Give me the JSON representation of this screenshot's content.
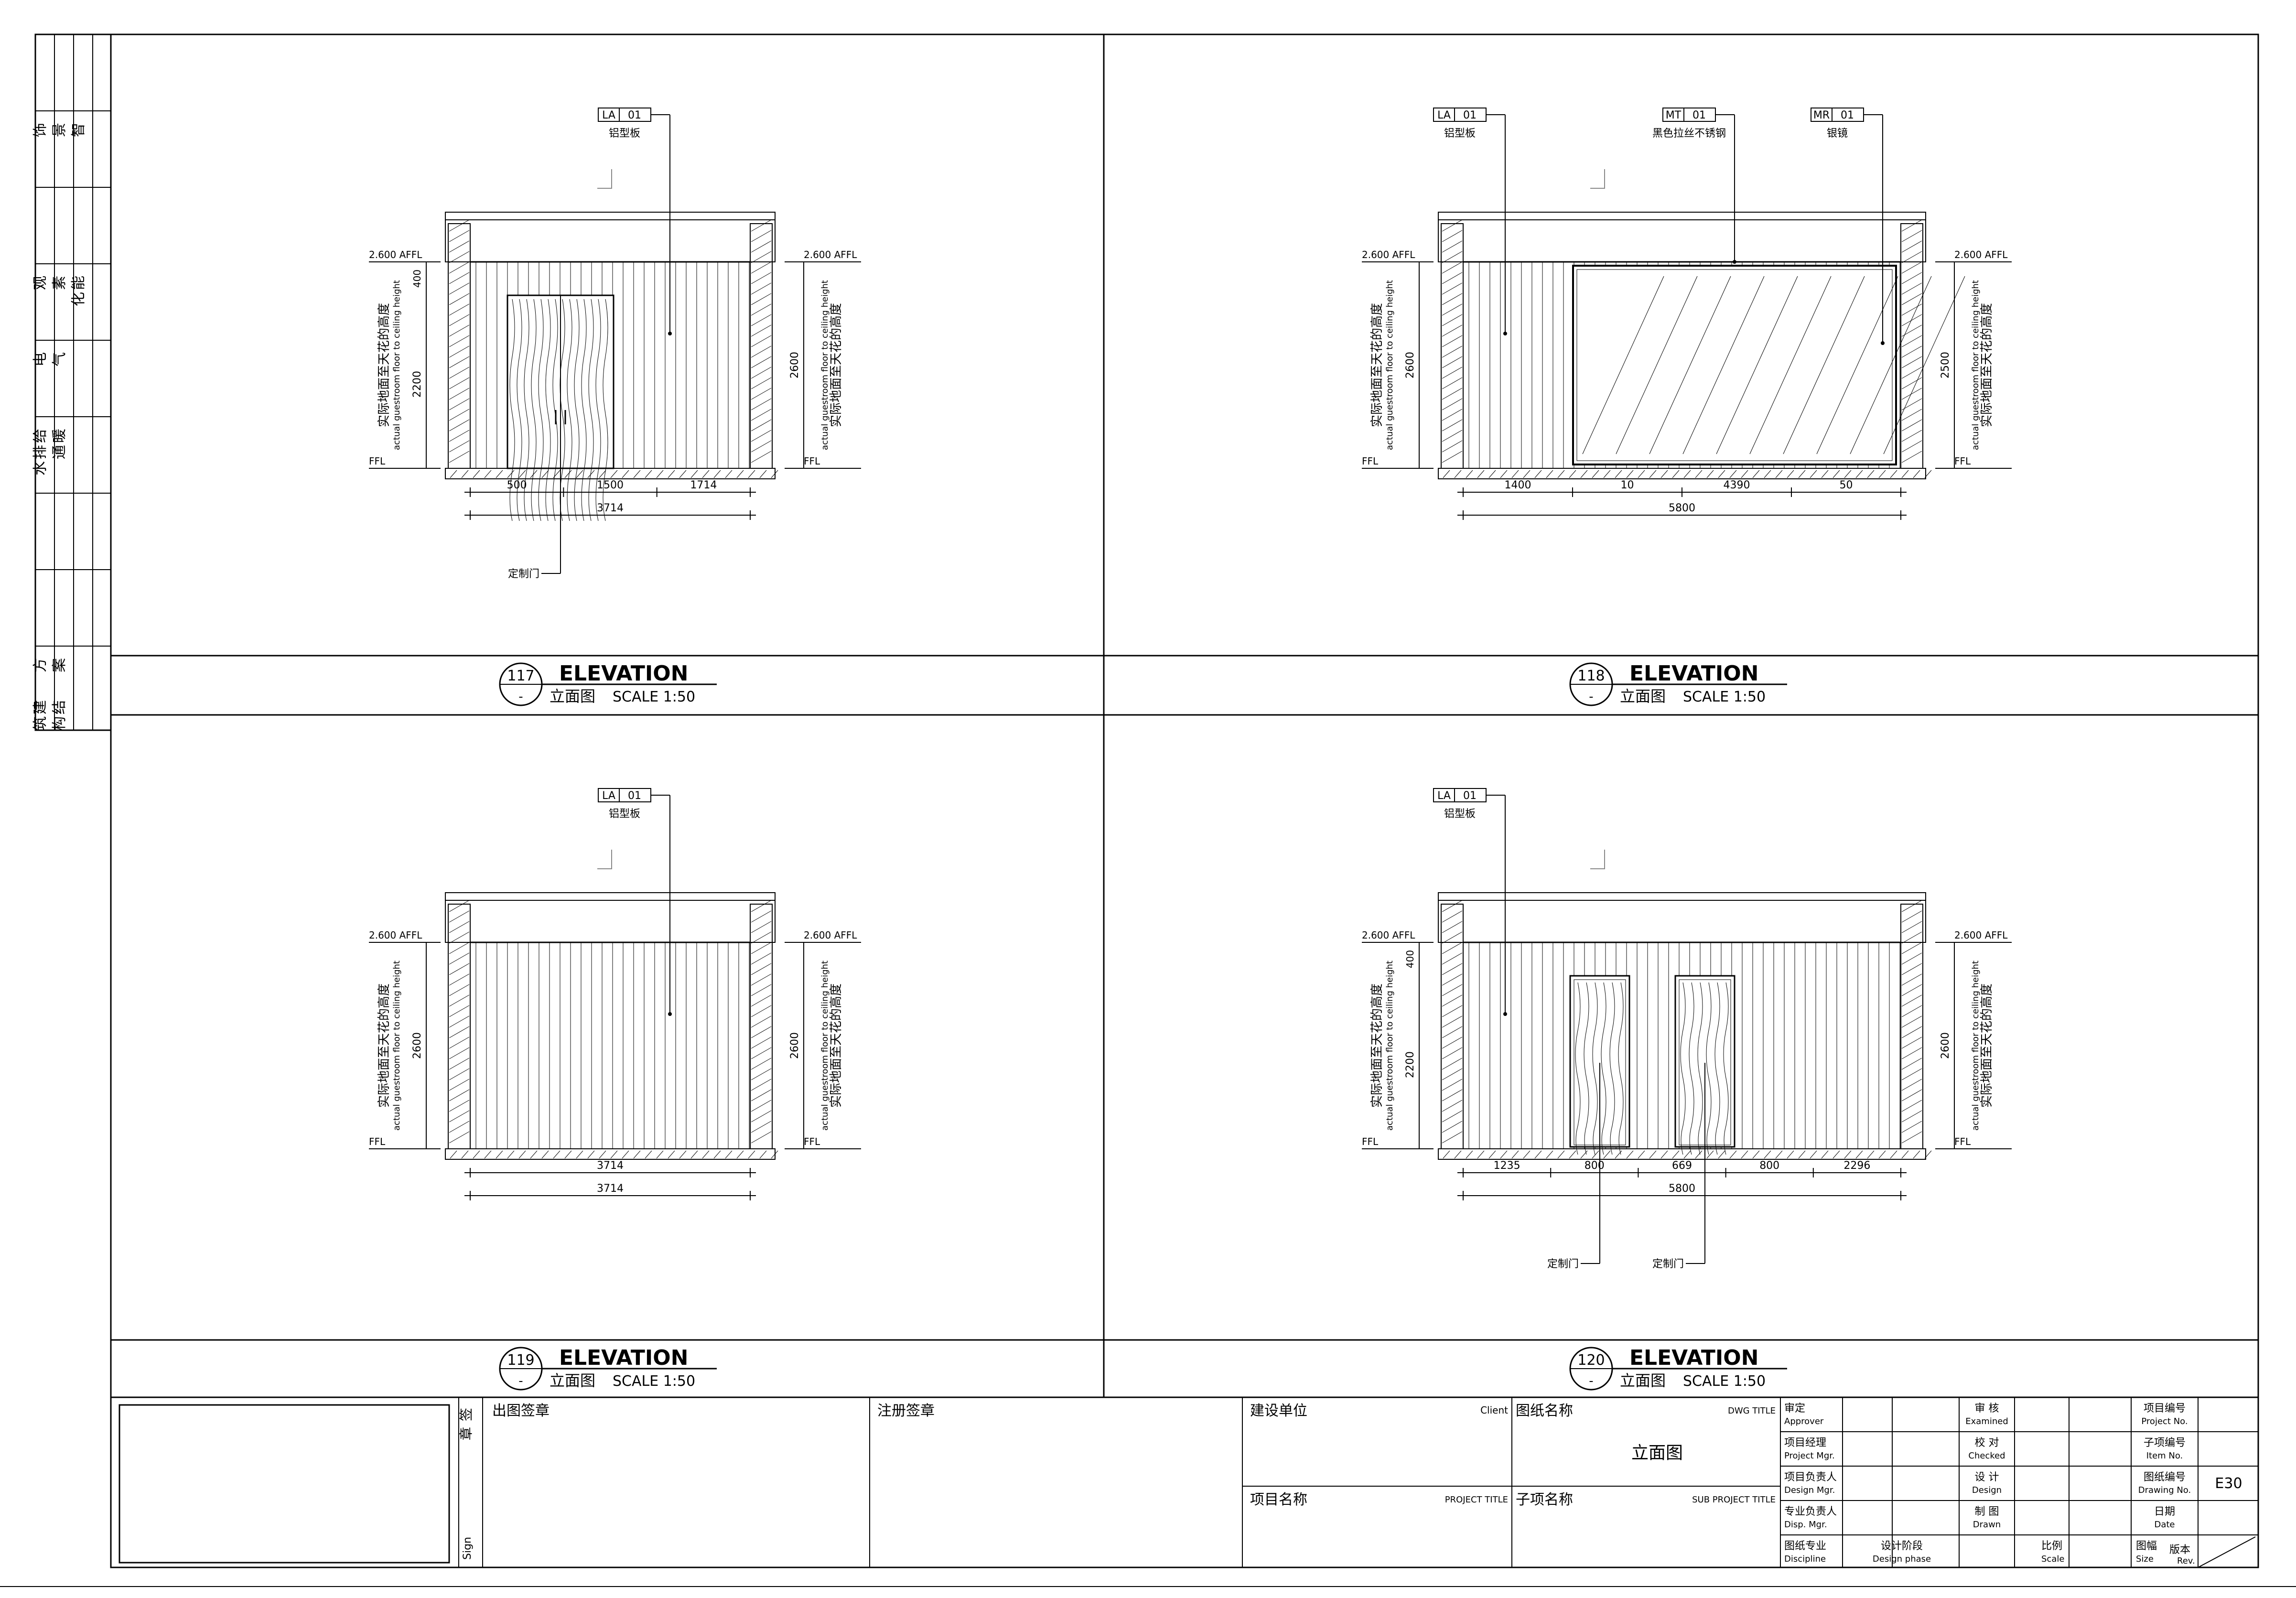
{
  "sheet": {
    "left_strip": {
      "groups": [
        {
          "cols": [
            "饰",
            "景",
            "智"
          ]
        },
        {
          "cols": [
            "观",
            "素",
            "能化"
          ]
        },
        {
          "cols": [
            "电",
            "气"
          ]
        },
        {
          "cols": [
            "给排水",
            "暖通"
          ]
        },
        {
          "cols": [
            "方",
            "案"
          ]
        },
        {
          "cols": [
            "建筑",
            "结构"
          ]
        }
      ]
    },
    "panels": [
      {
        "id": "117",
        "number": "117",
        "sub": "-",
        "title": "ELEVATION",
        "subtitle": "立面图",
        "scale": "SCALE 1:50",
        "material_tags": [
          {
            "code": "LA",
            "num": "01",
            "name": "铝型板"
          }
        ],
        "level_top": "2.600 AFFL",
        "level_top_right": "2.600 AFFL",
        "level_bottom": "FFL",
        "side_note_cn": "实际地面至天花的高度",
        "side_note_en": "actual guestroom floor to ceiling height",
        "dims_vertical_left": [
          "2200",
          "400"
        ],
        "dims_vertical_right": [
          "2600"
        ],
        "dims_horizontal": [
          "500",
          "1500",
          "1714"
        ],
        "dim_total": "3714",
        "callouts": [
          "定制门"
        ]
      },
      {
        "id": "118",
        "number": "118",
        "sub": "-",
        "title": "ELEVATION",
        "subtitle": "立面图",
        "scale": "SCALE 1:50",
        "material_tags": [
          {
            "code": "LA",
            "num": "01",
            "name": "铝型板"
          },
          {
            "code": "MT",
            "num": "01",
            "name": "黑色拉丝不锈钢"
          },
          {
            "code": "MR",
            "num": "01",
            "name": "银镜"
          }
        ],
        "level_top": "2.600 AFFL",
        "level_top_right": "2.600 AFFL",
        "level_bottom": "FFL",
        "side_note_cn": "实际地面至天花的高度",
        "side_note_en": "actual guestroom floor to ceiling height",
        "dims_vertical_left": [
          "2600"
        ],
        "dims_vertical_right": [
          "2500"
        ],
        "dims_horizontal": [
          "1400",
          "10",
          "4390",
          "50"
        ],
        "dim_total": "5800",
        "callouts": []
      },
      {
        "id": "119",
        "number": "119",
        "sub": "-",
        "title": "ELEVATION",
        "subtitle": "立面图",
        "scale": "SCALE 1:50",
        "material_tags": [
          {
            "code": "LA",
            "num": "01",
            "name": "铝型板"
          }
        ],
        "level_top": "2.600 AFFL",
        "level_top_right": "2.600 AFFL",
        "level_bottom": "FFL",
        "side_note_cn": "实际地面至天花的高度",
        "side_note_en": "actual guestroom floor to ceiling height",
        "dims_vertical_left": [
          "2600"
        ],
        "dims_vertical_right": [
          "2600"
        ],
        "dims_horizontal": [
          "3714"
        ],
        "dim_total": "3714",
        "callouts": []
      },
      {
        "id": "120",
        "number": "120",
        "sub": "-",
        "title": "ELEVATION",
        "subtitle": "立面图",
        "scale": "SCALE 1:50",
        "material_tags": [
          {
            "code": "LA",
            "num": "01",
            "name": "铝型板"
          }
        ],
        "level_top": "2.600 AFFL",
        "level_top_right": "2.600 AFFL",
        "level_bottom": "FFL",
        "side_note_cn": "实际地面至天花的高度",
        "side_note_en": "actual guestroom floor to ceiling height",
        "dims_vertical_left": [
          "2200",
          "400"
        ],
        "dims_vertical_right": [
          "2600"
        ],
        "dims_horizontal": [
          "1235",
          "800",
          "669",
          "800",
          "2296"
        ],
        "dim_total": "5800",
        "callouts": [
          "定制门",
          "定制门"
        ]
      }
    ],
    "title_block": {
      "sign_cn": "签章",
      "sign_en": "Sign",
      "out_stamp": "出图签章",
      "reg_stamp": "注册签章",
      "client_cn": "建设单位",
      "client_en": "Client",
      "project_cn": "项目名称",
      "project_en": "PROJECT TITLE",
      "dwg_title_cn": "图纸名称",
      "dwg_title_en": "DWG TITLE",
      "dwg_title_value": "立面图",
      "sub_project_cn": "子项名称",
      "sub_project_en": "SUB PROJECT TITLE",
      "roles": [
        {
          "cn": "审定",
          "en": "Approver"
        },
        {
          "cn": "项目经理",
          "en": "Project Mgr."
        },
        {
          "cn": "项目负责人",
          "en": "Design Mgr."
        },
        {
          "cn": "专业负责人",
          "en": "Disp. Mgr."
        },
        {
          "cn": "图纸专业",
          "en": "Discipline"
        }
      ],
      "roles2": [
        {
          "cn": "审 核",
          "en": "Examined"
        },
        {
          "cn": "校 对",
          "en": "Checked"
        },
        {
          "cn": "设 计",
          "en": "Design"
        },
        {
          "cn": "制 图",
          "en": "Drawn"
        },
        {
          "cn": "设计阶段",
          "en": "Design phase"
        }
      ],
      "scale_cn": "比例",
      "scale_en": "Scale",
      "fields": [
        {
          "cn": "项目编号",
          "en": "Project No.",
          "value": ""
        },
        {
          "cn": "子项编号",
          "en": "Item No.",
          "value": ""
        },
        {
          "cn": "图纸编号",
          "en": "Drawing No.",
          "value": "E30"
        },
        {
          "cn": "日期",
          "en": "Date",
          "value": ""
        }
      ],
      "size_cn": "图幅",
      "size_en": "Size",
      "rev_cn": "版本",
      "rev_en": "Rev."
    }
  }
}
